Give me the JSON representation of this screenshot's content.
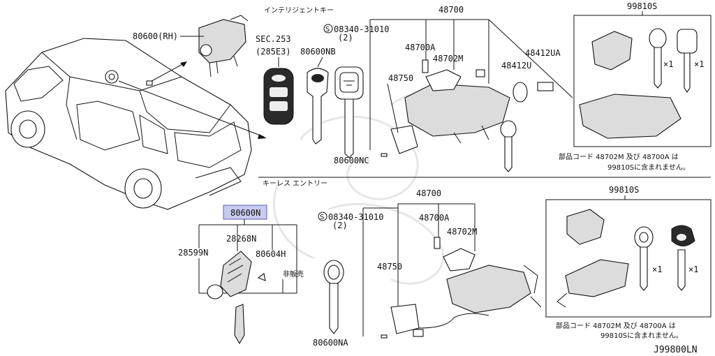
{
  "labels": {
    "intelligent_key_header": "インテリジェントキー",
    "keyless_entry_header": "キーレス エントリー",
    "p80600_rh": "80600(RH)",
    "sec": "SEC.253",
    "sec_sub": "(285E3)",
    "p80600nb": "80600NB",
    "p80600nc": "80600NC",
    "p80600na": "80600NA",
    "s08340_top": "08340-31010",
    "s08340_top_qty": "(2)",
    "s08340_bottom": "08340-31010",
    "s08340_bottom_qty": "(2)",
    "p48700_top": "48700",
    "p48700a_top": "48700A",
    "p48702m_top": "48702M",
    "p48750_top": "48750",
    "p48412ua": "48412UA",
    "p48412u": "48412U",
    "p99810s_top": "99810S",
    "p99810s_bottom": "99810S",
    "qty_x1_a": "×1",
    "qty_x1_b": "×1",
    "qty_x1_c": "×1",
    "qty_x1_d": "×1",
    "note_top_1": "部品コード 48702M 及び 48700A は",
    "note_top_2": "99810Sに含まれません。",
    "note_bottom_1": "部品コード 48702M 及び 48700A は",
    "note_bottom_2": "99810Sに含まれません。",
    "p80600n": "80600N",
    "p28268n": "28268N",
    "p28599n": "28599N",
    "p80604h": "80604H",
    "not_sold": "非販売",
    "p48700_bottom": "48700",
    "p48700a_bottom": "48700A",
    "p48702m_bottom": "48702M",
    "p48750_bottom": "48750",
    "diagram_id": "J99800LN",
    "s_circle_top": "S",
    "s_circle_bottom": "S"
  },
  "colors": {
    "highlight": "#c8cbf0",
    "highlight_border": "#5a5fb5"
  }
}
